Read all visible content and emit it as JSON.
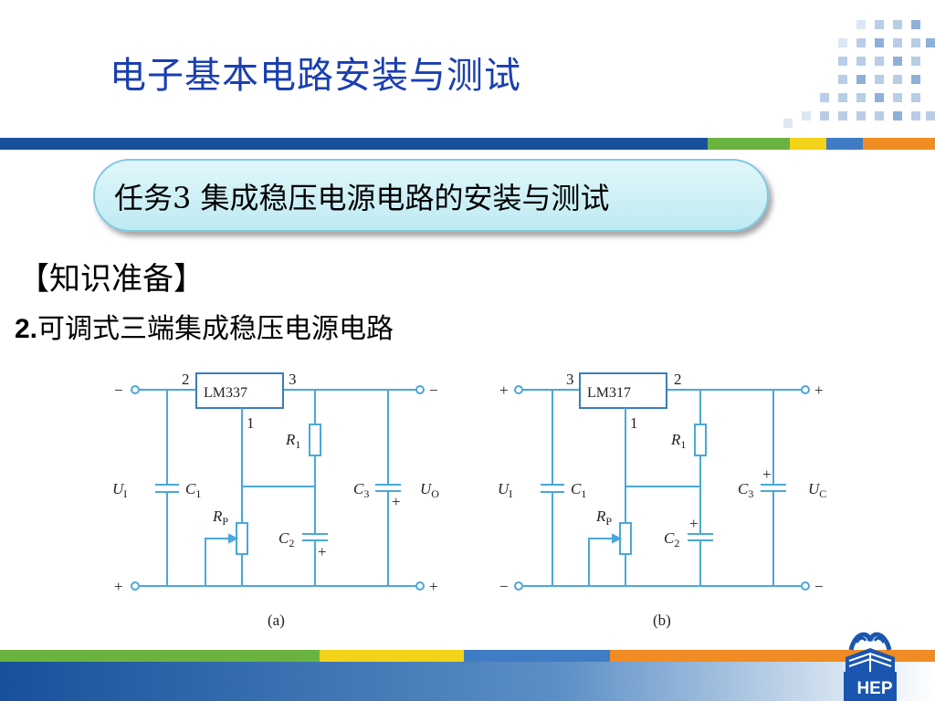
{
  "slide": {
    "title": "电子基本电路安装与测试",
    "task": "任务3  集成稳压电源电路的安装与测试",
    "knowledge": "【知识准备】",
    "section_number": "2.",
    "section_text": "可调式三端集成稳压电源电路"
  },
  "circuit_a": {
    "caption": "(a)",
    "ic": "LM337",
    "pin_in": "2",
    "pin_out": "3",
    "pin_adj": "1",
    "top_left_sign": "−",
    "top_right_sign": "−",
    "bottom_left_sign": "+",
    "bottom_right_sign": "+",
    "ui": "U",
    "ui_sub": "I",
    "uo": "U",
    "uo_sub": "O",
    "c1": "C",
    "c1_sub": "1",
    "c2": "C",
    "c2_sub": "2",
    "c3": "C",
    "c3_sub": "3",
    "r1": "R",
    "r1_sub": "1",
    "rp": "R",
    "rp_sub": "P",
    "plus": "+"
  },
  "circuit_b": {
    "caption": "(b)",
    "ic": "LM317",
    "pin_in": "3",
    "pin_out": "2",
    "pin_adj": "1",
    "top_left_sign": "+",
    "top_right_sign": "+",
    "bottom_left_sign": "−",
    "bottom_right_sign": "−",
    "ui": "U",
    "ui_sub": "I",
    "uo": "U",
    "uo_sub": "C",
    "c1": "C",
    "c1_sub": "1",
    "c2": "C",
    "c2_sub": "2",
    "c3": "C",
    "c3_sub": "3",
    "r1": "R",
    "r1_sub": "1",
    "rp": "R",
    "rp_sub": "P",
    "plus": "+"
  },
  "logo": {
    "text": "HEP"
  },
  "colors": {
    "title": "#1a3fb0",
    "wire": "#4aa8d8",
    "bar_blue": "#17519b",
    "bar_green": "#6bb33f",
    "bar_yellow": "#f3d21a",
    "bar_orange": "#f08c23"
  }
}
